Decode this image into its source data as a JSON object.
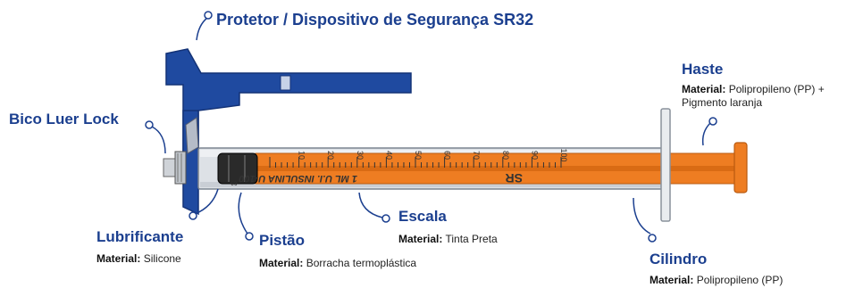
{
  "labels": {
    "protetor": {
      "title": "Protetor / Dispositivo de Segurança SR32"
    },
    "bico": {
      "title": "Bico Luer Lock"
    },
    "haste": {
      "title": "Haste",
      "material_key": "Material:",
      "material_value": "Polipropileno (PP) +",
      "material_value_2": "Pigmento laranja"
    },
    "lubrificante": {
      "title": "Lubrificante",
      "material_key": "Material:",
      "material_value": "Silicone"
    },
    "pistao": {
      "title": "Pistão",
      "material_key": "Material:",
      "material_value": "Borracha termoplástica"
    },
    "escala": {
      "title": "Escala",
      "material_key": "Material:",
      "material_value": "Tinta Preta"
    },
    "cilindro": {
      "title": "Cilindro",
      "material_key": "Material:",
      "material_value": "Polipropileno (PP)"
    }
  },
  "barrel_print": {
    "scale_numbers": [
      "10",
      "20",
      "30",
      "40",
      "50",
      "60",
      "70",
      "80",
      "90",
      "100"
    ],
    "text": "1 ML  U.I.  INSULINA  U-100",
    "brand": "SR"
  },
  "colors": {
    "label_blue": "#1b3f8f",
    "shield_blue": "#1f4aa0",
    "plunger_orange": "#ee7d22",
    "barrel_gray": "#d9dde2"
  }
}
